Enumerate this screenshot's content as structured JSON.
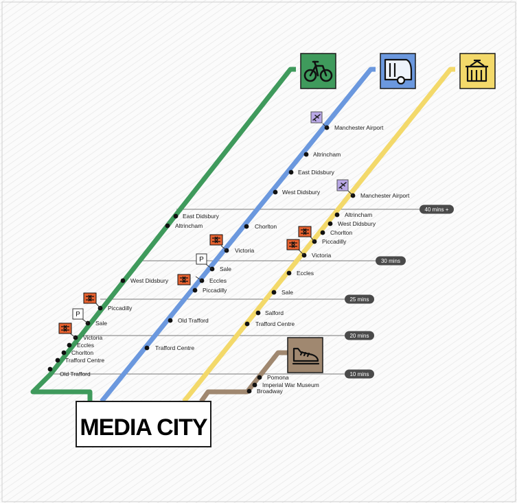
{
  "destination": "MEDIA CITY",
  "colors": {
    "cycle": "#3f9a5c",
    "bus": "#6b98de",
    "tram": "#f3d96a",
    "walk": "#a08870",
    "rail_badge": "#e5612f",
    "airport_badge": "#b9a8e6",
    "pill": "#4a4a4a"
  },
  "time_markers": [
    "40 mins +",
    "30 mins",
    "25 mins",
    "20 mins",
    "10 mins"
  ],
  "routes": {
    "cycle": {
      "icon": "bicycle-icon",
      "stops": [
        "East Didsbury",
        "Altrincham",
        "West Didsbury",
        "Piccadilly",
        "Sale",
        "Victoria",
        "Eccles",
        "Chorlton",
        "Trafford Centre",
        "Old Trafford"
      ]
    },
    "bus": {
      "icon": "bus-icon",
      "stops": [
        "Manchester Airport",
        "Altrincham",
        "East Didsbury",
        "West Didsbury",
        "Chorlton",
        "Victoria",
        "Sale",
        "Eccles",
        "Piccadilly",
        "Old Trafford",
        "Trafford Centre"
      ]
    },
    "tram": {
      "icon": "tram-icon",
      "stops": [
        "Manchester Airport",
        "Altrincham",
        "West Didsbury",
        "Chorlton",
        "Piccadilly",
        "Victoria",
        "Eccles",
        "Sale",
        "Salford",
        "Trafford Centre"
      ]
    },
    "walk": {
      "icon": "shoe-icon",
      "stops": [
        "Pomona",
        "Imperial War Museum",
        "Broadway"
      ]
    }
  },
  "badges": {
    "parking": "P",
    "rail": "national-rail-icon",
    "airport": "airport-icon"
  }
}
